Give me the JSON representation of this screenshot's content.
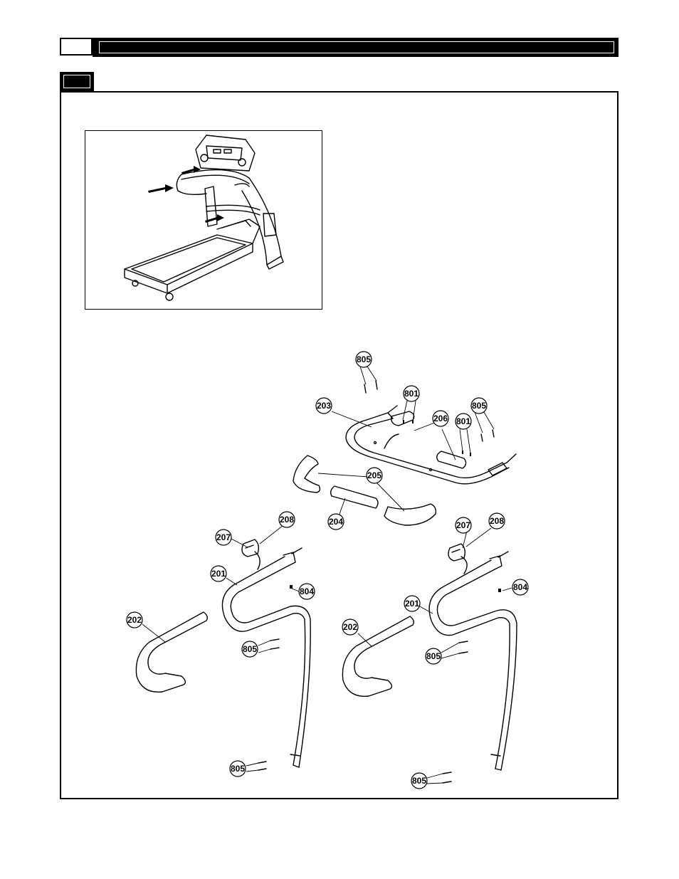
{
  "callouts": [
    {
      "id": "c805a",
      "label": "805"
    },
    {
      "id": "c801a",
      "label": "801"
    },
    {
      "id": "c203",
      "label": "203"
    },
    {
      "id": "c206",
      "label": "206"
    },
    {
      "id": "c801b",
      "label": "801"
    },
    {
      "id": "c805b",
      "label": "805"
    },
    {
      "id": "c205",
      "label": "205"
    },
    {
      "id": "c204",
      "label": "204"
    },
    {
      "id": "c207a",
      "label": "207"
    },
    {
      "id": "c208a",
      "label": "208"
    },
    {
      "id": "c201a",
      "label": "201"
    },
    {
      "id": "c804a",
      "label": "804"
    },
    {
      "id": "c202a",
      "label": "202"
    },
    {
      "id": "c805c",
      "label": "805"
    },
    {
      "id": "c805d",
      "label": "805"
    },
    {
      "id": "c207b",
      "label": "207"
    },
    {
      "id": "c208b",
      "label": "208"
    },
    {
      "id": "c201b",
      "label": "201"
    },
    {
      "id": "c804b",
      "label": "804"
    },
    {
      "id": "c202b",
      "label": "202"
    },
    {
      "id": "c805e",
      "label": "805"
    },
    {
      "id": "c805f",
      "label": "805"
    }
  ]
}
